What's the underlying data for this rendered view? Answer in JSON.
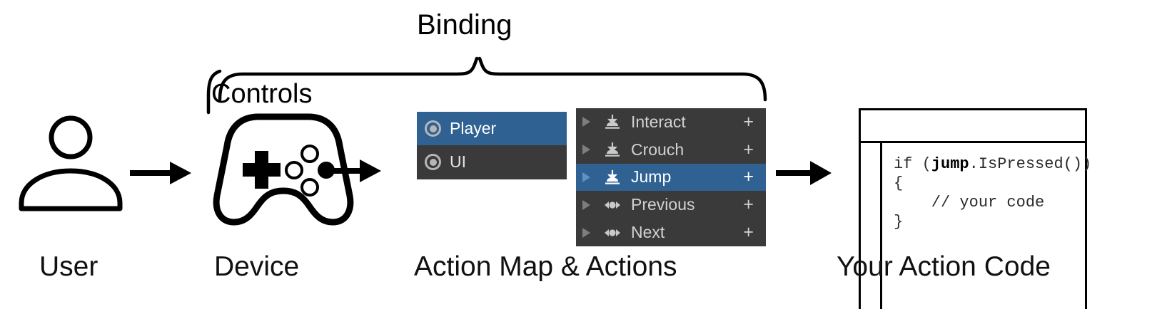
{
  "diagram": {
    "title_braces": {
      "binding_label": "Binding",
      "controls_label": "Controls"
    },
    "captions": {
      "user": "User",
      "device": "Device",
      "action_map": "Action Map & Actions",
      "code": "Your Action Code"
    },
    "icons": {
      "user": "person-icon",
      "device": "gamepad-icon",
      "flow_arrow": "arrow-right-icon",
      "control_arrow": "arrow-down-right-icon",
      "brace": "curly-brace-icon"
    }
  },
  "action_map_panel": {
    "name": "action-maps-list",
    "rows": [
      {
        "label": "Player",
        "icon": "action-map-radio-icon",
        "selected": true
      },
      {
        "label": "UI",
        "icon": "action-map-radio-icon",
        "selected": false
      }
    ]
  },
  "actions_panel": {
    "name": "actions-list",
    "add_label": "+",
    "rows": [
      {
        "label": "Interact",
        "icon": "button-action-icon",
        "selected": false,
        "add": "+"
      },
      {
        "label": "Crouch",
        "icon": "button-action-icon",
        "selected": false,
        "add": "+"
      },
      {
        "label": "Jump",
        "icon": "button-action-icon",
        "selected": true,
        "add": "+"
      },
      {
        "label": "Previous",
        "icon": "axis-action-icon",
        "selected": false,
        "add": "+"
      },
      {
        "label": "Next",
        "icon": "axis-action-icon",
        "selected": false,
        "add": "+"
      }
    ]
  },
  "code_window": {
    "title": "",
    "lines": [
      {
        "pre": "if (",
        "bold": "jump",
        "post": ".IsPressed())"
      },
      {
        "pre": "{",
        "bold": "",
        "post": ""
      },
      {
        "pre": "    // your code",
        "bold": "",
        "post": ""
      },
      {
        "pre": "}",
        "bold": "",
        "post": ""
      }
    ],
    "plain_text": "if (jump.IsPressed())\n{\n    // your code\n}"
  },
  "colors": {
    "selection_blue": "#2f6193",
    "panel_dark": "#3a3a3a",
    "text_light": "#d2d2d2",
    "foldout_gray": "#7e7e7e",
    "ink": "#000000",
    "background": "#ffffff"
  }
}
